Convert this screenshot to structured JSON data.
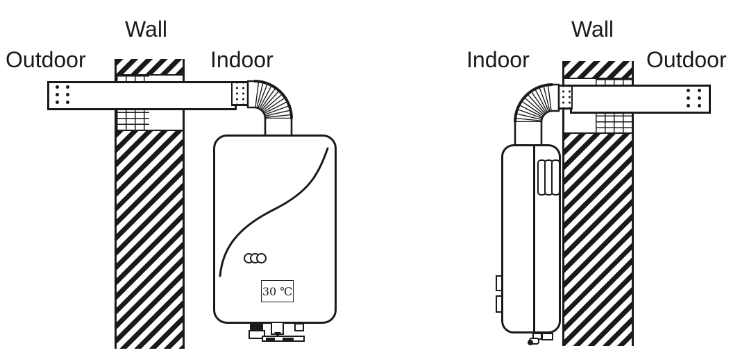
{
  "left_diagram": {
    "labels": {
      "wall": "Wall",
      "outdoor": "Outdoor",
      "indoor": "Indoor"
    },
    "temperature_display": "30 ℃"
  },
  "right_diagram": {
    "labels": {
      "wall": "Wall",
      "indoor": "Indoor",
      "outdoor": "Outdoor"
    }
  },
  "colors": {
    "line": "#1a1a1a",
    "background": "#ffffff"
  }
}
